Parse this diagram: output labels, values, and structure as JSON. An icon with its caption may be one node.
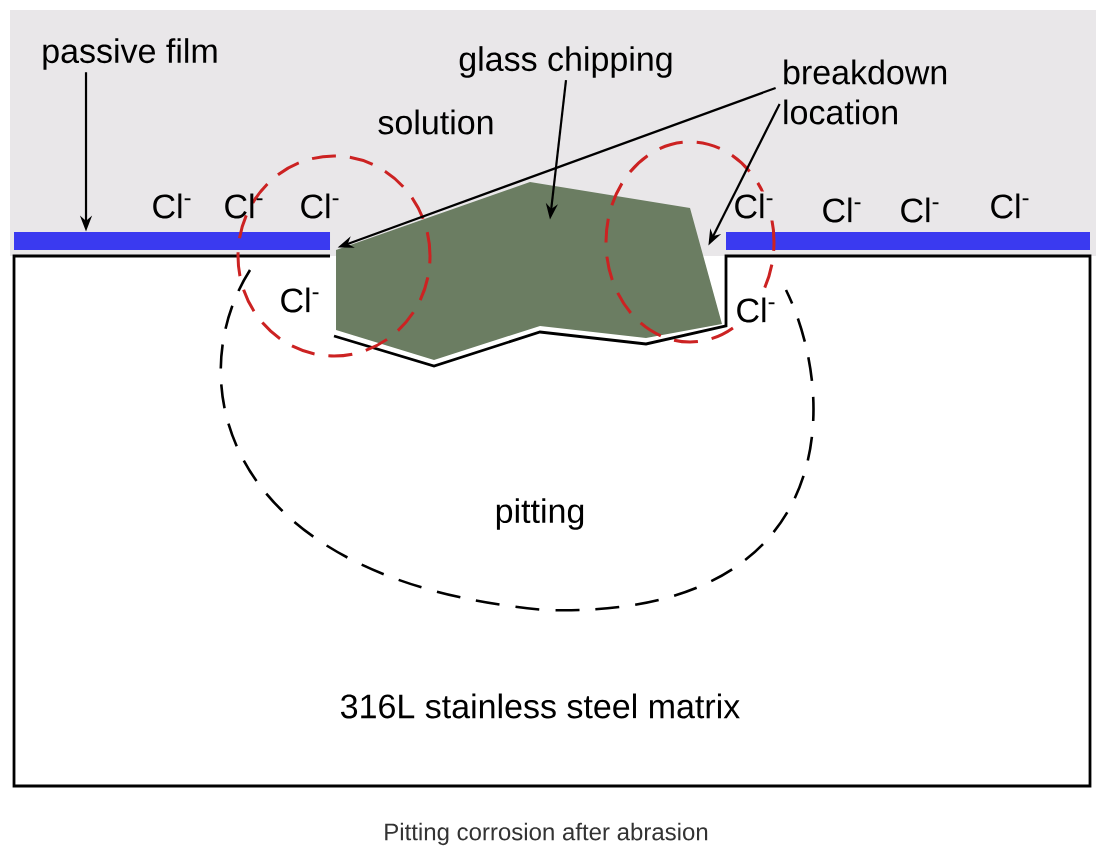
{
  "diagram": {
    "caption": "Pitting corrosion after abrasion",
    "nodes": [
      {
        "text": [
          "passive film"
        ]
      },
      {
        "text": [],
        "shape": "bar"
      },
      {
        "text": [
          "glass chipping"
        ]
      },
      {
        "text": [],
        "shape": "polygon"
      },
      {
        "text": [
          "breakdown location"
        ]
      },
      {
        "text": [
          "316L stainless steel matrix"
        ]
      },
      {
        "text": [
          "pitting"
        ],
        "in": 5
      }
    ],
    "edges": [
      {
        "from": 0,
        "to": 1,
        "arrow": "to"
      },
      {
        "from": 2,
        "to": 3,
        "arrow": "to"
      },
      {
        "from": 4,
        "to": 3,
        "arrow": "to"
      },
      {
        "from": 4,
        "to": 3,
        "arrow": "to"
      }
    ],
    "labels": [
      "solution",
      "Cl$^{-}$",
      "Cl$^{-}$",
      "Cl$^{-}$",
      "Cl$^{-}$",
      "Cl$^{-}$",
      "Cl$^{-}$",
      "Cl$^{-}$",
      "Cl$^{-}$",
      "Cl$^{-}$"
    ]
  }
}
